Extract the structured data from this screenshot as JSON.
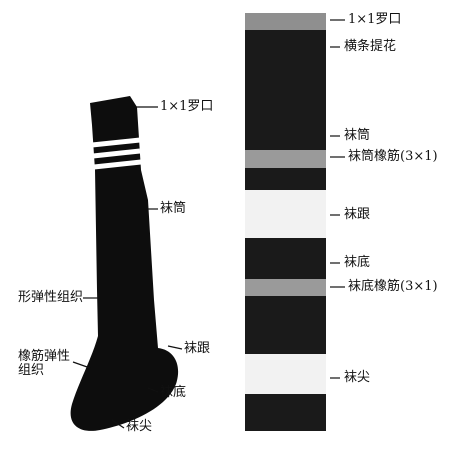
{
  "sock": {
    "labels": {
      "rib_top": "1×1罗口",
      "leg": "袜筒",
      "shaping_structure": "形弹性组织",
      "elastic_rib_structure": "橡筋弹性组织",
      "heel": "袜跟",
      "sole": "袜底",
      "toe": "袜尖"
    },
    "colors": {
      "body": "#0d0d0d",
      "stripe": "#ffffff"
    }
  },
  "panel": {
    "labels": {
      "rib": "1×1罗口",
      "stripe_jacquard": "横条提花",
      "leg": "袜筒",
      "leg_elastic_rib": "袜筒橡筋(3×1)",
      "heel": "袜跟",
      "sole": "袜底",
      "sole_elastic_rib": "袜底橡筋(3×1)",
      "toe": "袜尖"
    },
    "colors": {
      "dark": "#1a1a1a",
      "rib_gray": "#8f8f8f",
      "elastic_gray": "#9a9a9a",
      "light": "#f2f2f2"
    }
  }
}
